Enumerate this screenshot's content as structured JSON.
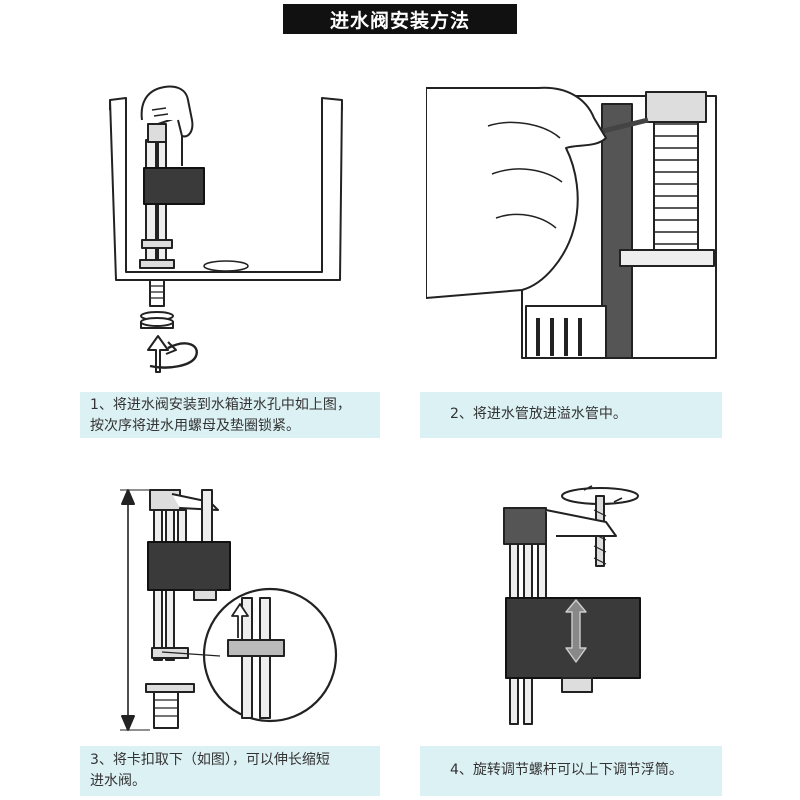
{
  "title": "进水阀安装方法",
  "steps": [
    {
      "lines": [
        "1、将进水阀安装到水箱进水孔中如上图，",
        "按次序将进水用螺母及垫圈锁紧。"
      ]
    },
    {
      "lines": [
        "2、将进水管放进溢水管中。"
      ]
    },
    {
      "lines": [
        "3、将卡扣取下（如图），可以伸长缩短",
        "进水阀。"
      ]
    },
    {
      "lines": [
        "4、旋转调节螺杆可以上下调节浮筒。"
      ]
    }
  ],
  "colors": {
    "title_bg": "#111111",
    "caption_bg": "#dcf1f4",
    "caption_text": "#333333",
    "line_art": "#222222",
    "float_dark": "#3a3a3a"
  }
}
